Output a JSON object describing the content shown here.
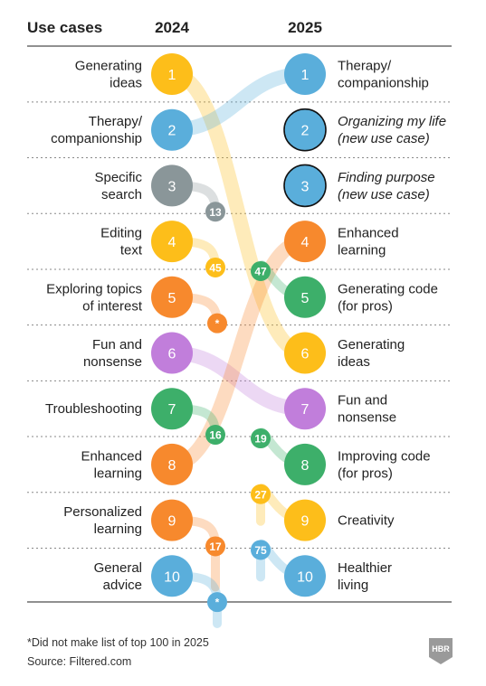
{
  "chart_data": {
    "type": "slope",
    "title": "",
    "header": {
      "label": "Use cases",
      "left_year": "2024",
      "right_year": "2025"
    },
    "left_2024": [
      {
        "rank": 1,
        "name": "Generating ideas",
        "lines": [
          "Generating",
          "ideas"
        ],
        "rank_2025": 6,
        "color": "#FDBE1A"
      },
      {
        "rank": 2,
        "name": "Therapy/ companionship",
        "lines": [
          "Therapy/",
          "companionship"
        ],
        "rank_2025": 1,
        "color": "#5AAEDB"
      },
      {
        "rank": 3,
        "name": "Specific search",
        "lines": [
          "Specific",
          "search"
        ],
        "rank_2025": 13,
        "color": "#8A9699"
      },
      {
        "rank": 4,
        "name": "Editing text",
        "lines": [
          "Editing",
          "text"
        ],
        "rank_2025": 45,
        "color": "#FDBE1A"
      },
      {
        "rank": 5,
        "name": "Exploring topics of interest",
        "lines": [
          "Exploring topics",
          "of interest"
        ],
        "rank_2025": "*",
        "color": "#F7892D"
      },
      {
        "rank": 6,
        "name": "Fun and nonsense",
        "lines": [
          "Fun and",
          "nonsense"
        ],
        "rank_2025": 7,
        "color": "#C17EDB"
      },
      {
        "rank": 7,
        "name": "Troubleshooting",
        "lines": [
          "Troubleshooting"
        ],
        "rank_2025": 16,
        "color": "#3DAF6A"
      },
      {
        "rank": 8,
        "name": "Enhanced learning",
        "lines": [
          "Enhanced",
          "learning"
        ],
        "rank_2025": 4,
        "color": "#F7892D"
      },
      {
        "rank": 9,
        "name": "Personalized learning",
        "lines": [
          "Personalized",
          "learning"
        ],
        "rank_2025": 17,
        "color": "#F7892D"
      },
      {
        "rank": 10,
        "name": "General advice",
        "lines": [
          "General",
          "advice"
        ],
        "rank_2025": "*",
        "color": "#5AAEDB"
      }
    ],
    "right_2025": [
      {
        "rank": 1,
        "name": "Therapy/ companionship",
        "lines": [
          "Therapy/",
          "companionship"
        ],
        "rank_2024": 2,
        "color": "#5AAEDB",
        "italic": false
      },
      {
        "rank": 2,
        "name": "Organizing my life (new use case)",
        "lines": [
          "Organizing my life",
          "(new use case)"
        ],
        "rank_2024": null,
        "color": "#5AAEDB",
        "italic": true
      },
      {
        "rank": 3,
        "name": "Finding purpose (new use case)",
        "lines": [
          "Finding purpose",
          "(new use case)"
        ],
        "rank_2024": null,
        "color": "#5AAEDB",
        "italic": true
      },
      {
        "rank": 4,
        "name": "Enhanced learning",
        "lines": [
          "Enhanced",
          "learning"
        ],
        "rank_2024": 8,
        "color": "#F7892D",
        "italic": false
      },
      {
        "rank": 5,
        "name": "Generating code (for pros)",
        "lines": [
          "Generating code",
          "(for pros)"
        ],
        "rank_2024": 47,
        "color": "#3DAF6A",
        "italic": false
      },
      {
        "rank": 6,
        "name": "Generating ideas",
        "lines": [
          "Generating",
          "ideas"
        ],
        "rank_2024": 1,
        "color": "#FDBE1A",
        "italic": false
      },
      {
        "rank": 7,
        "name": "Fun and nonsense",
        "lines": [
          "Fun and",
          "nonsense"
        ],
        "rank_2024": 6,
        "color": "#C17EDB",
        "italic": false
      },
      {
        "rank": 8,
        "name": "Improving code (for pros)",
        "lines": [
          "Improving code",
          "(for pros)"
        ],
        "rank_2024": 19,
        "color": "#3DAF6A",
        "italic": false
      },
      {
        "rank": 9,
        "name": "Creativity",
        "lines": [
          "Creativity"
        ],
        "rank_2024": 27,
        "color": "#FDBE1A",
        "italic": false
      },
      {
        "rank": 10,
        "name": "Healthier living",
        "lines": [
          "Healthier",
          "living"
        ],
        "rank_2024": 75,
        "color": "#5AAEDB",
        "italic": false
      }
    ],
    "off_chart_markers": [
      {
        "label": "13",
        "side": "2025",
        "source_rank_2024": 3,
        "color": "#8A9699"
      },
      {
        "label": "45",
        "side": "2025",
        "source_rank_2024": 4,
        "color": "#FDBE1A"
      },
      {
        "label": "*",
        "side": "2025",
        "source_rank_2024": 5,
        "color": "#F7892D"
      },
      {
        "label": "16",
        "side": "2025",
        "source_rank_2024": 7,
        "color": "#3DAF6A"
      },
      {
        "label": "17",
        "side": "2025",
        "source_rank_2024": 9,
        "color": "#F7892D"
      },
      {
        "label": "*",
        "side": "2025",
        "source_rank_2024": 10,
        "color": "#5AAEDB"
      },
      {
        "label": "47",
        "side": "2024",
        "target_rank_2025": 5,
        "color": "#3DAF6A"
      },
      {
        "label": "19",
        "side": "2024",
        "target_rank_2025": 8,
        "color": "#3DAF6A"
      },
      {
        "label": "27",
        "side": "2024",
        "target_rank_2025": 9,
        "color": "#FDBE1A"
      },
      {
        "label": "75",
        "side": "2024",
        "target_rank_2025": 10,
        "color": "#5AAEDB"
      }
    ],
    "footnote": "*Did not make list of top 100 in 2025",
    "source": "Source: Filtered.com",
    "logo_text": "HBR"
  }
}
